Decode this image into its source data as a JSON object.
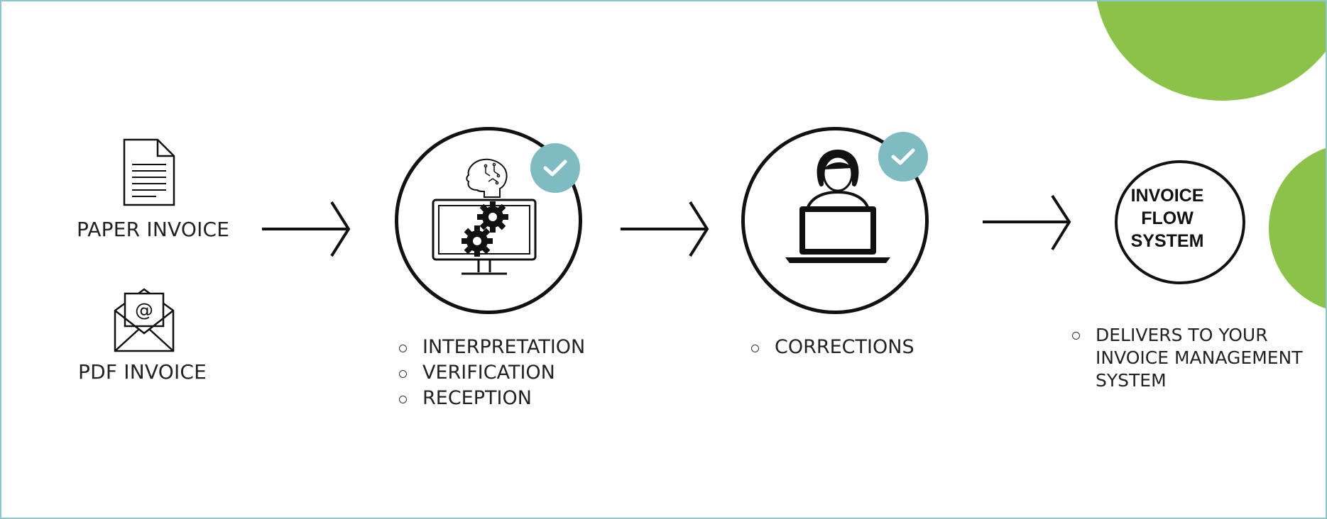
{
  "colors": {
    "accent_green": "#8bc34a",
    "check_teal": "#7fbcc1",
    "frame": "#8fc6c9",
    "ink": "#111111"
  },
  "inputs": {
    "paper": {
      "label": "PAPER INVOICE",
      "icon": "document-icon"
    },
    "pdf": {
      "label": "PDF INVOICE",
      "icon": "email-envelope-icon"
    }
  },
  "steps": [
    {
      "icon": "ai-computer-gears-icon",
      "status_icon": "checkmark-icon",
      "bullets": [
        "INTERPRETATION",
        "VERIFICATION",
        "RECEPTION"
      ]
    },
    {
      "icon": "person-laptop-icon",
      "status_icon": "checkmark-icon",
      "bullets": [
        "CORRECTIONS"
      ]
    }
  ],
  "system": {
    "label_lines": [
      "INVOICE",
      "FLOW",
      "SYSTEM"
    ],
    "bullets": [
      "DELIVERS TO YOUR INVOICE MANAGEMENT SYSTEM"
    ]
  }
}
